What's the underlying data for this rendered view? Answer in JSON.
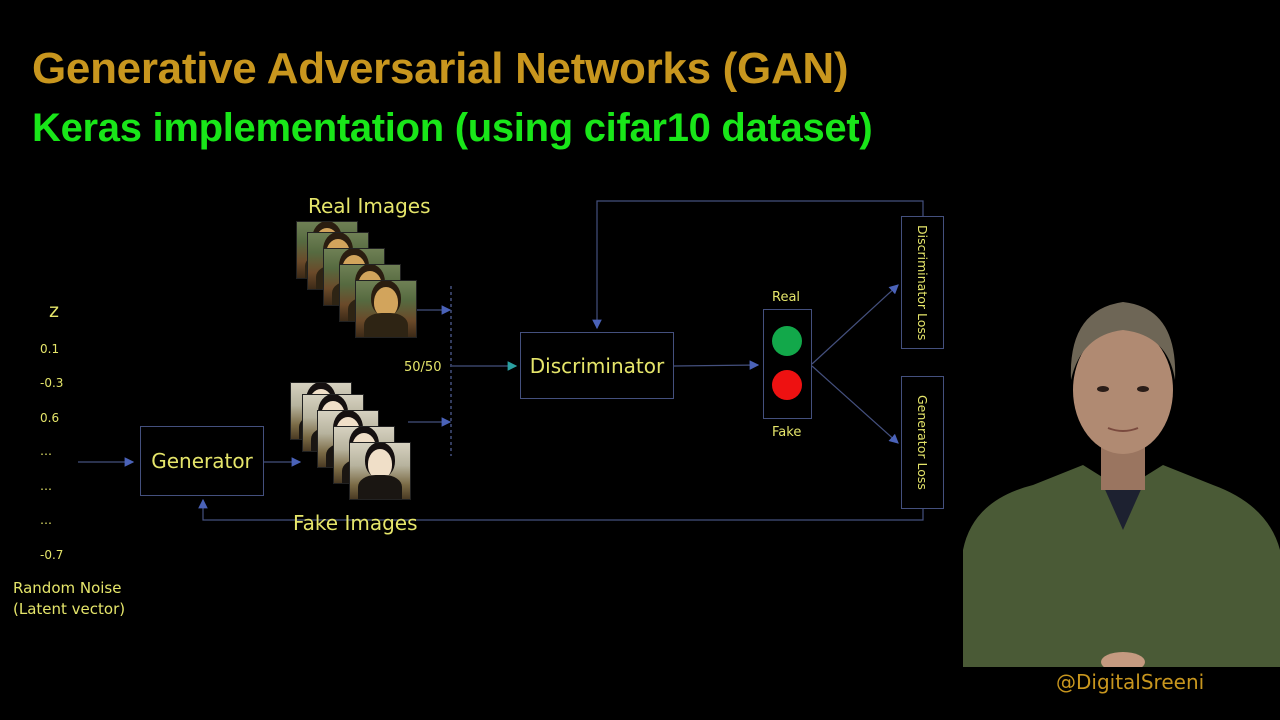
{
  "header": {
    "title": "Generative Adversarial Networks (GAN)",
    "subtitle": "Keras implementation (using cifar10 dataset)",
    "title_color": "#c8961e",
    "subtitle_color": "#19e619"
  },
  "latent": {
    "symbol": "z",
    "values": [
      "0.1",
      "-0.3",
      "0.6",
      "…",
      "…",
      "…",
      "-0.7"
    ],
    "label_line1": "Random Noise",
    "label_line2": "(Latent vector)"
  },
  "diagram": {
    "generator_label": "Generator",
    "discriminator_label": "Discriminator",
    "real_images_label": "Real Images",
    "fake_images_label": "Fake Images",
    "mix_label": "50/50",
    "output_real_label": "Real",
    "output_fake_label": "Fake",
    "discriminator_loss_label": "Discriminator Loss",
    "generator_loss_label": "Generator Loss",
    "real_light_color": "#12a84a",
    "fake_light_color": "#ee1111",
    "line_color": "#44507e"
  },
  "presenter": {
    "handle": "@DigitalSreeni"
  }
}
